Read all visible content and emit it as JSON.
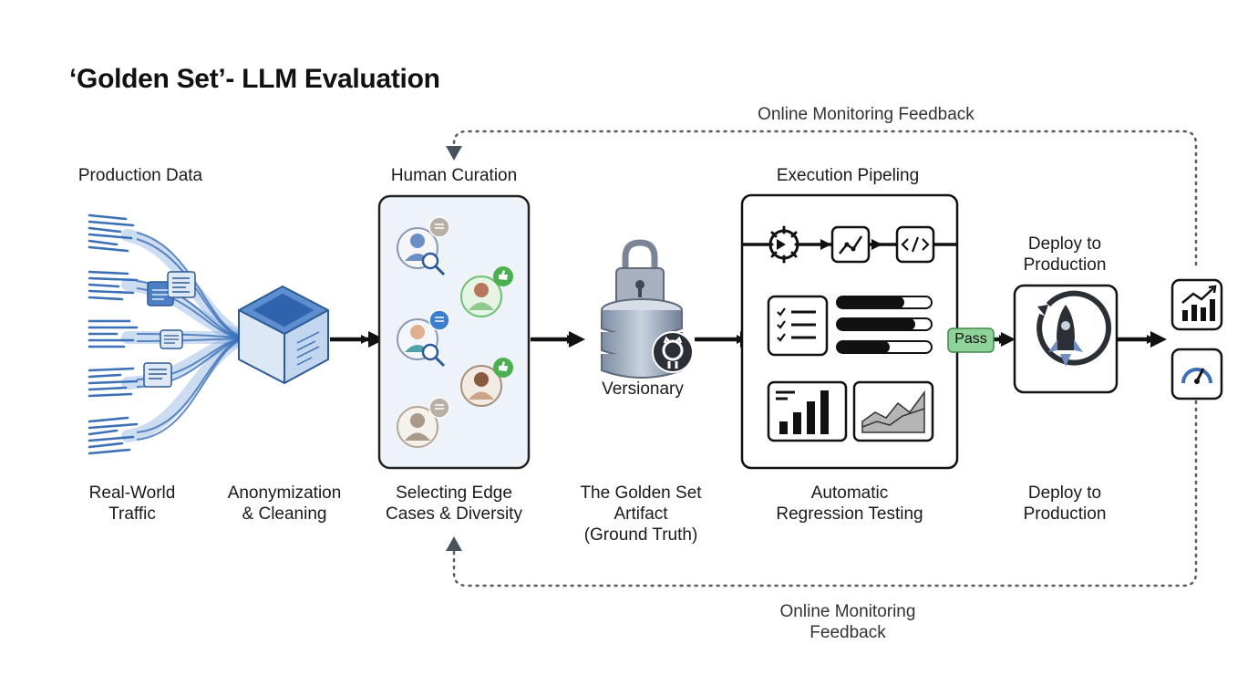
{
  "title": "‘Golden Set’- LLM Evaluation",
  "feedback_top": "Online Monitoring Feedback",
  "feedback_bottom": [
    "Online Monitoring",
    "Feedback"
  ],
  "headers": {
    "production_data": "Production Data",
    "human_curation": "Human Curation",
    "execution": "Execution Pipeling",
    "deploy": [
      "Deploy to",
      "Production"
    ]
  },
  "db_label": "Versionary",
  "pass_label": "Pass",
  "captions": {
    "traffic": [
      "Real-World",
      "Traffic"
    ],
    "anon": [
      "Anonymization",
      "& Cleaning"
    ],
    "selecting": [
      "Selecting Edge",
      "Cases & Diversity"
    ],
    "golden": [
      "The Golden Set",
      "Artifact",
      "(Ground Truth)"
    ],
    "regression": [
      "Automatic",
      "Regression Testing"
    ],
    "deploy": [
      "Deploy to",
      "Production"
    ]
  },
  "icons": {
    "traffic": "text-streams-icon",
    "cube": "cube-icon",
    "reviewers": [
      "reviewer-search-icon",
      "reviewer-approve-icon",
      "reviewer-search-icon",
      "reviewer-approve-icon",
      "reviewer-comment-icon"
    ],
    "database": "locked-database-icon",
    "github": "github-icon",
    "pipeline": [
      "gear-icon",
      "line-chart-icon",
      "code-icon",
      "checklist-icon",
      "bar-chart-icon",
      "area-chart-icon"
    ],
    "rocket": "rocket-icon",
    "monitor": [
      "analytics-icon",
      "gauge-icon"
    ]
  },
  "colors": {
    "accent_blue": "#3b6fb6",
    "pass_green": "#8fd39a",
    "thumb_green": "#4caf50",
    "panel_fill": "#eef3fa"
  }
}
